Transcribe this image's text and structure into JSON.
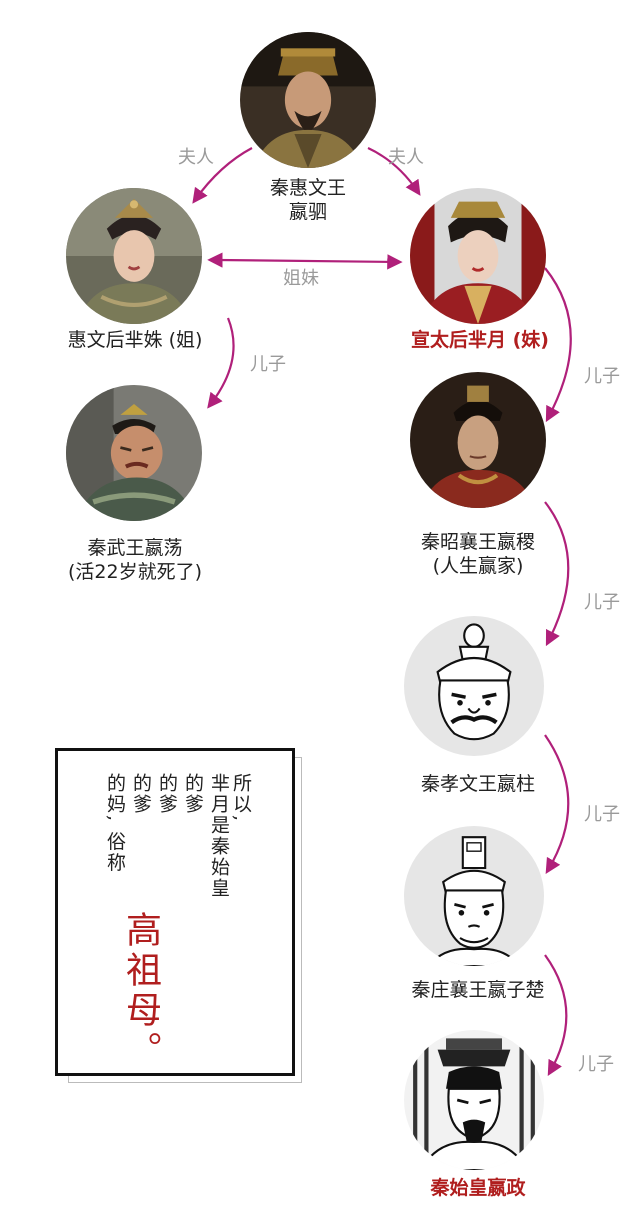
{
  "people": {
    "huiwen_king": {
      "line1": "秦惠文王",
      "line2": "嬴驷"
    },
    "queen_mi_shu": {
      "line1": "惠文后芈姝 (姐)"
    },
    "empress_dowager_xuan": {
      "line1": "宣太后芈月 (妹)"
    },
    "king_wu": {
      "line1": "秦武王嬴荡",
      "line2": "(活22岁就死了)"
    },
    "king_zhaoxiang": {
      "line1": "秦昭襄王嬴稷",
      "line2": "(人生赢家)"
    },
    "king_xiaowen": {
      "line1": "秦孝文王嬴柱"
    },
    "king_zhuangxiang": {
      "line1": "秦庄襄王嬴子楚"
    },
    "qin_shihuang": {
      "line1": "秦始皇嬴政"
    }
  },
  "relations": {
    "wife_left": "夫人",
    "wife_right": "夫人",
    "sisters": "姐妹",
    "son_wu": "儿子",
    "son_zhaoxiang": "儿子",
    "son_xiaowen": "儿子",
    "son_zhuangxiang": "儿子",
    "son_zheng": "儿子"
  },
  "note": {
    "col1": "所以,",
    "col2": "芈月是秦始皇",
    "col3": "的爹",
    "col4": "的爹",
    "col5": "的爹",
    "col6": "的妈, 俗称",
    "highlight": "高祖母。"
  },
  "colors": {
    "arrow": "#b0207a",
    "highlight": "#b01e1e"
  }
}
